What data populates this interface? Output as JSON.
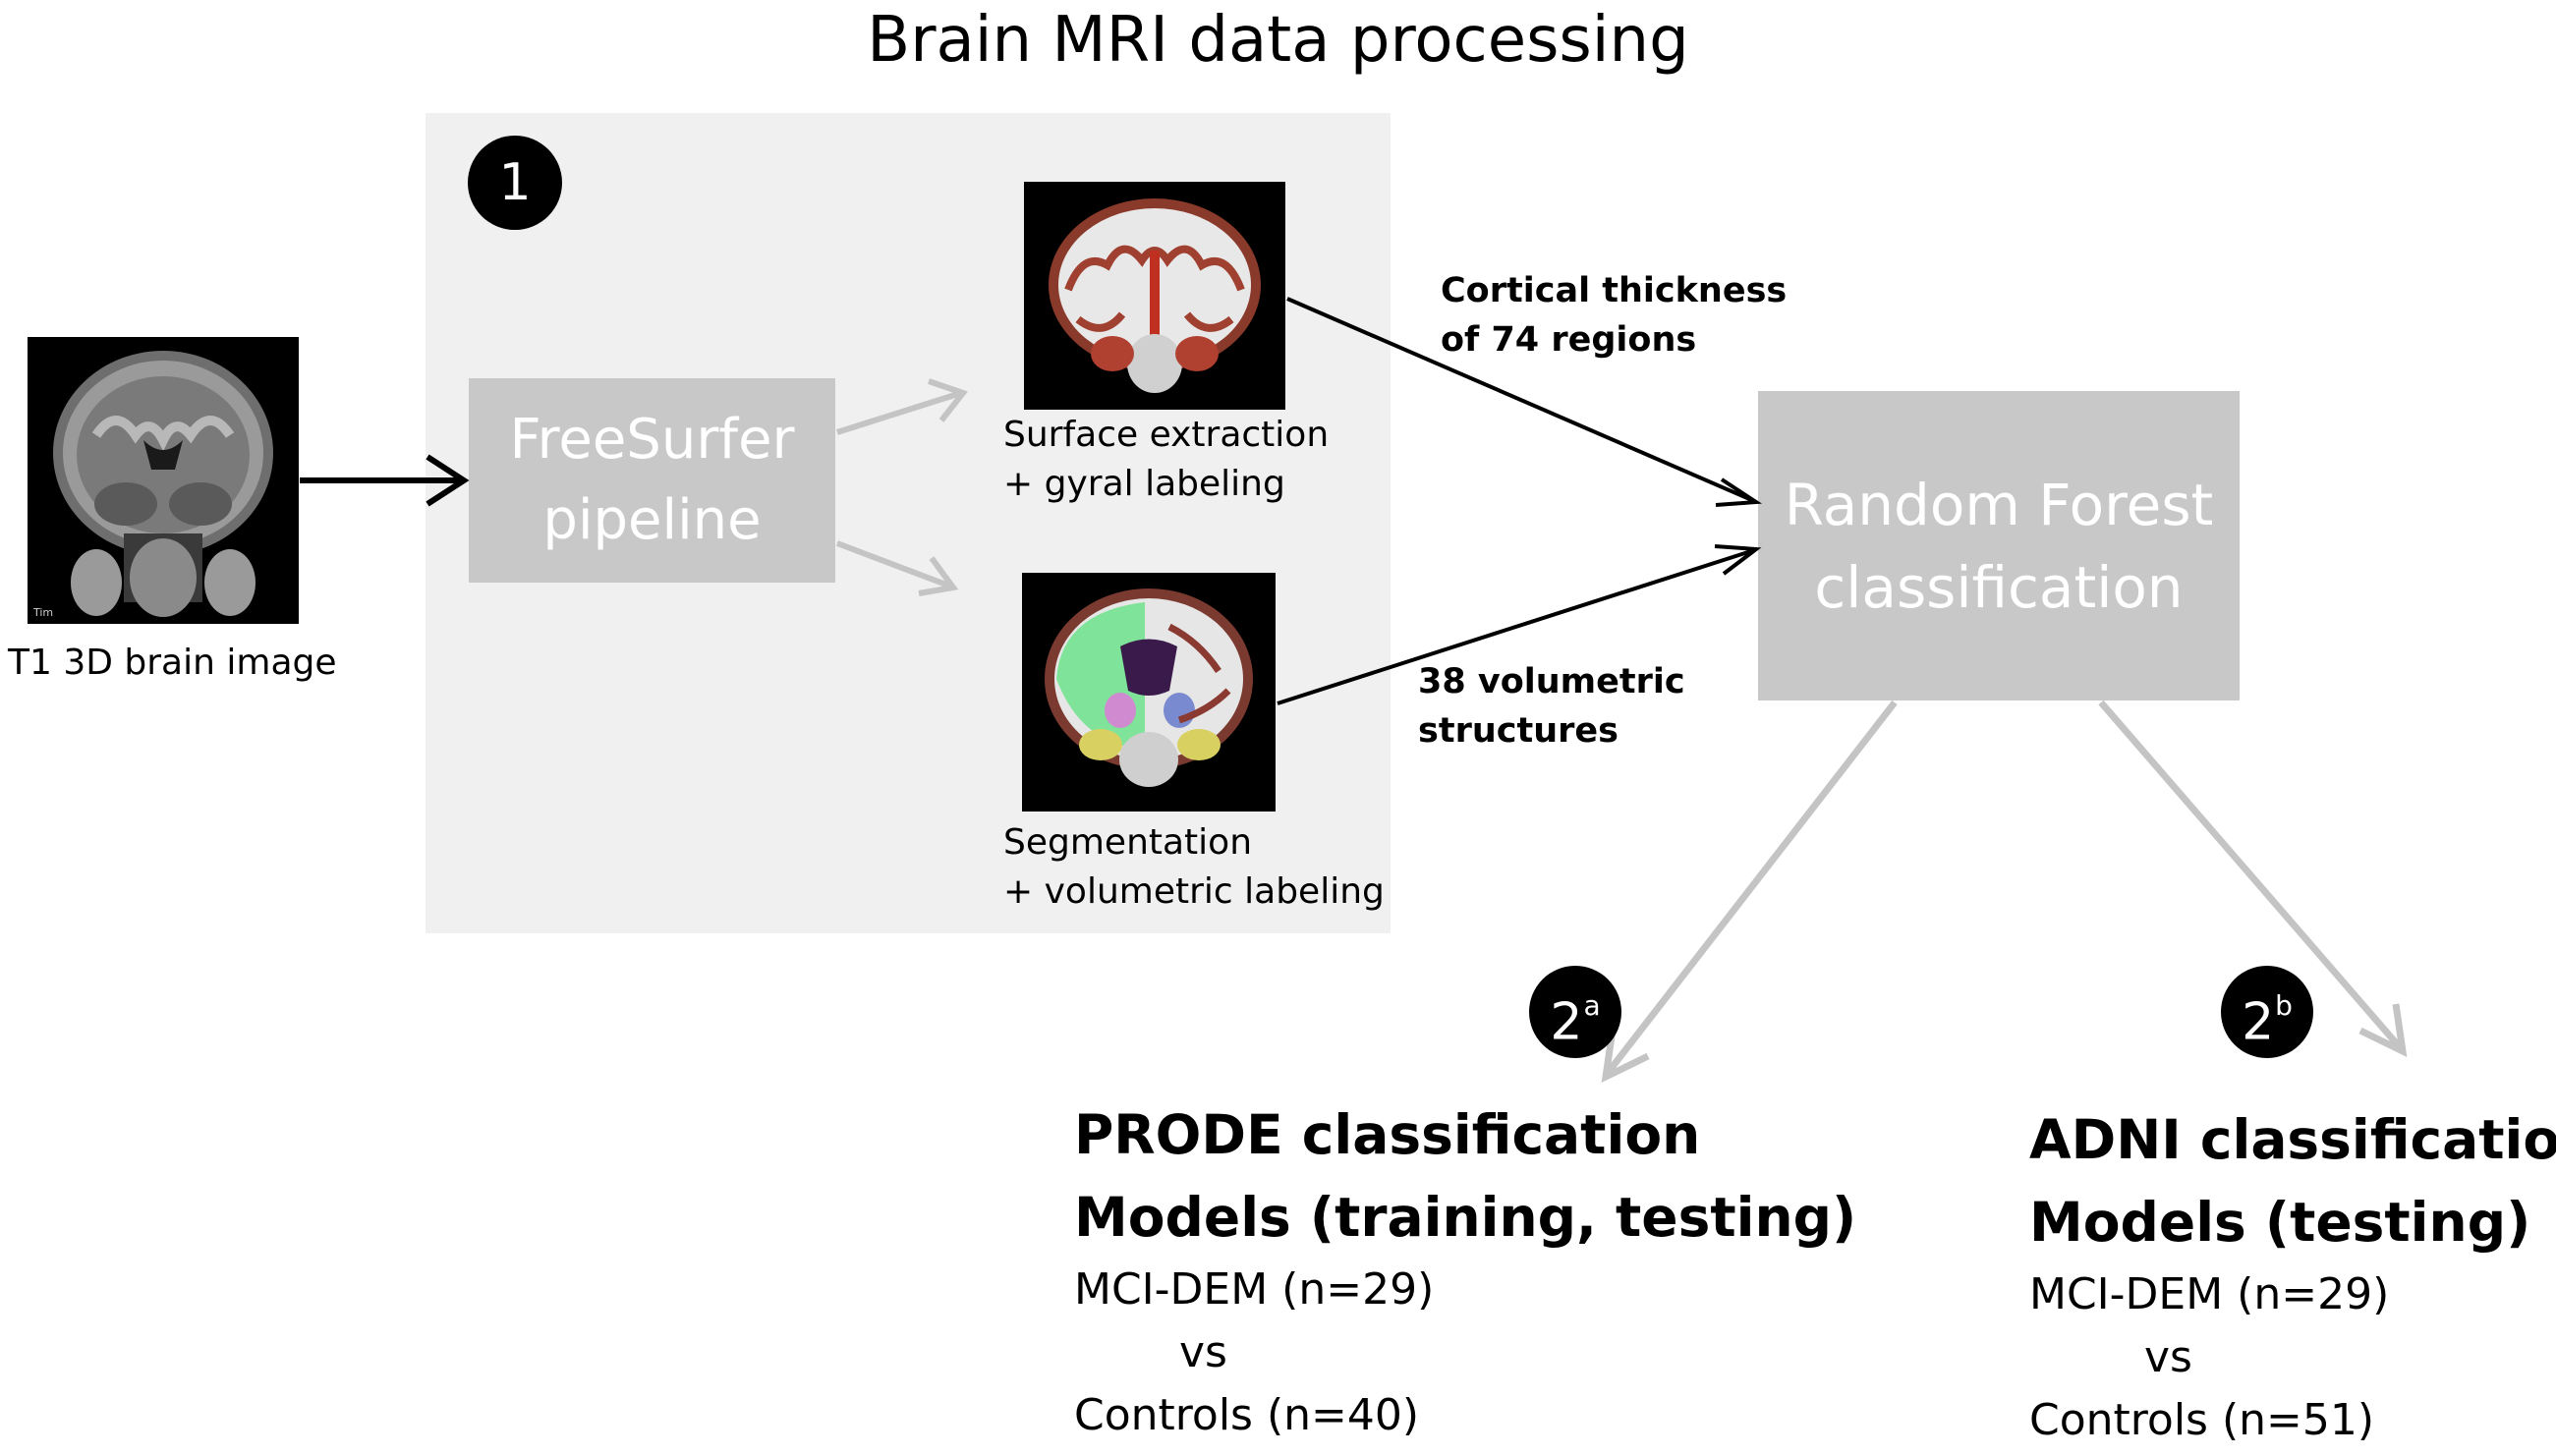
{
  "title": "Brain MRI data processing",
  "step1": {
    "badge": "1"
  },
  "input": {
    "caption": "T1 3D brain image",
    "corner_tag": "Tim"
  },
  "freesurfer": {
    "line1": "FreeSurfer",
    "line2": "pipeline"
  },
  "surface": {
    "line1": "Surface extraction",
    "line2": "+ gyral labeling"
  },
  "segmentation": {
    "line1": "Segmentation",
    "line2": "+ volumetric labeling"
  },
  "edge_labels": {
    "cortical": {
      "line1": "Cortical thickness",
      "line2": "of 74 regions"
    },
    "volumetric": {
      "line1": "38 volumetric",
      "line2": "structures"
    }
  },
  "random_forest": {
    "line1": "Random Forest",
    "line2": "classification"
  },
  "prode": {
    "badge": "2",
    "badge_sup": "a",
    "title1": "PRODE classification",
    "title2": "Models (training, testing)",
    "group1": "MCI-DEM (n=29)",
    "vs": "vs",
    "group2": "Controls (n=40)"
  },
  "adni": {
    "badge": "2",
    "badge_sup": "b",
    "title1": "ADNI classification",
    "title2": "Models (testing)",
    "group1": "MCI-DEM (n=29)",
    "vs": "vs",
    "group2": "Controls (n=51)"
  },
  "colors": {
    "panel": "#f0f0f0",
    "box": "#c8c8c8",
    "gray_arrow": "#c4c4c4",
    "black_arrow": "#000000"
  }
}
